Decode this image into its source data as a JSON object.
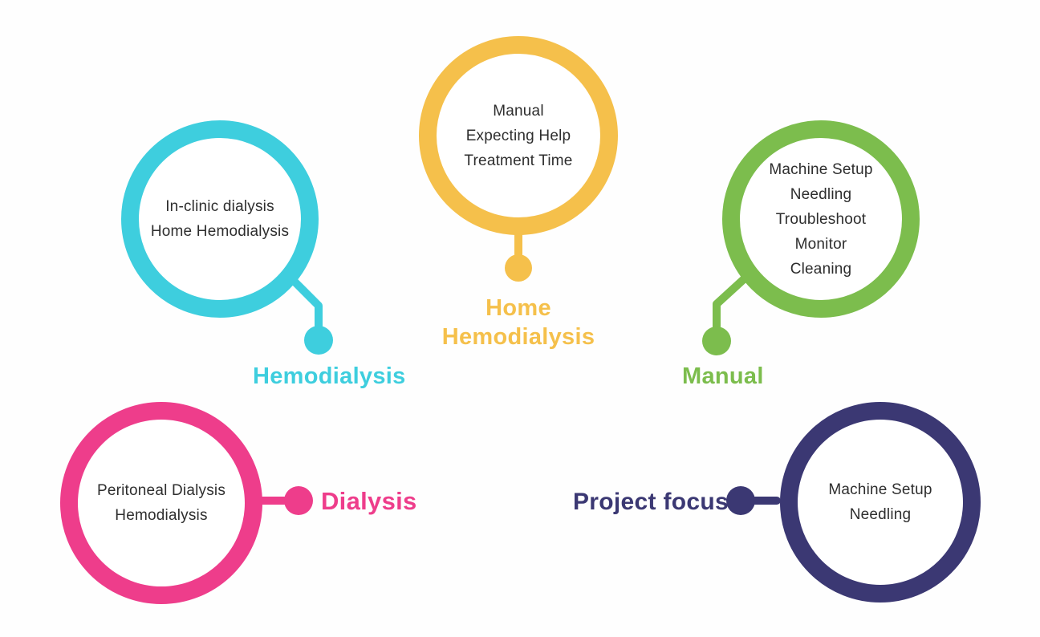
{
  "nodes": [
    {
      "id": "hemodialysis",
      "label": "Hemodialysis",
      "color": "#3ECEDE",
      "items": [
        "In-clinic dialysis",
        "Home Hemodialysis"
      ]
    },
    {
      "id": "home-hemodialysis",
      "label": [
        "Home",
        "Hemodialysis"
      ],
      "color": "#F5C04B",
      "items": [
        "Manual",
        "Expecting Help",
        "Treatment Time"
      ]
    },
    {
      "id": "manual",
      "label": "Manual",
      "color": "#7CBD4D",
      "items": [
        "Machine Setup",
        "Needling",
        "Troubleshoot",
        "Monitor",
        "Cleaning"
      ]
    },
    {
      "id": "dialysis",
      "label": "Dialysis",
      "color": "#EE3D8B",
      "items": [
        "Peritoneal Dialysis",
        "Hemodialysis"
      ]
    },
    {
      "id": "project-focus",
      "label": "Project focus",
      "color": "#3B3873",
      "items": [
        "Machine Setup",
        "Needling"
      ]
    }
  ]
}
